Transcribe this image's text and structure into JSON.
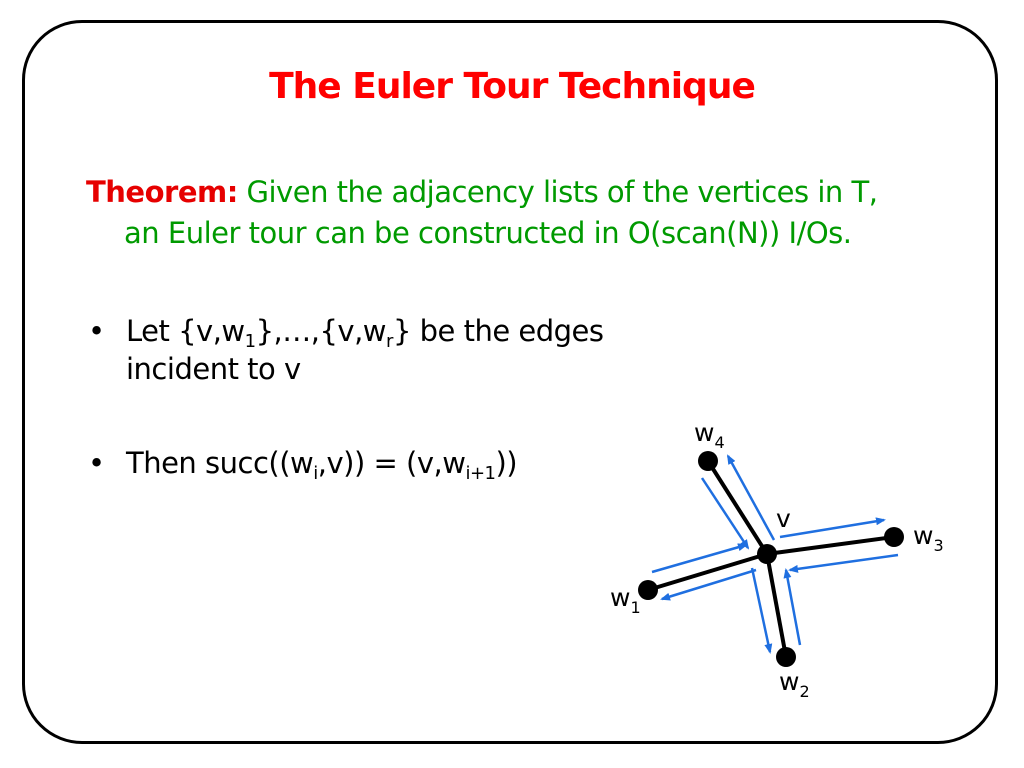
{
  "slide": {
    "title": "The Euler Tour Technique",
    "theorem_label": "Theorem:",
    "theorem_line1": " Given the adjacency lists of the vertices in T,",
    "theorem_line2": "an Euler tour can be constructed in O(scan(N)) I/Os.",
    "bullet1": {
      "marker": "•",
      "t1": "Let {v,w",
      "s1": "1",
      "t2": "},…,{v,w",
      "s2": "r",
      "t3": "} be the edges",
      "line2": "incident to v"
    },
    "bullet2": {
      "marker": "•",
      "t1": "Then succ((w",
      "s1": "i",
      "t2": ",v)) = (v,w",
      "s2": "i+1",
      "t3": "))"
    }
  },
  "diagram": {
    "center_label": "v",
    "node_w1": {
      "base": "w",
      "sub": "1"
    },
    "node_w2": {
      "base": "w",
      "sub": "2"
    },
    "node_w3": {
      "base": "w",
      "sub": "3"
    },
    "node_w4": {
      "base": "w",
      "sub": "4"
    },
    "colors": {
      "edge": "#000000",
      "arrow": "#1f6fe0",
      "node": "#000000"
    }
  }
}
